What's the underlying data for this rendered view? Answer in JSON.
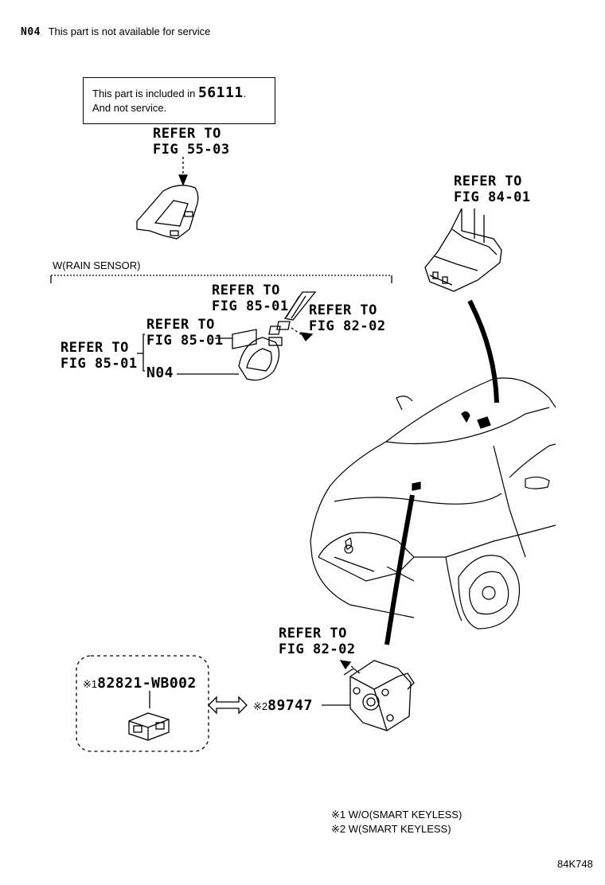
{
  "note": {
    "code": "N04",
    "text": "This part is not available for service"
  },
  "infobox": {
    "line1": "This part is included in",
    "partno": "56111",
    "line1_end": ".",
    "line2": "And not service."
  },
  "refs": {
    "fig55_03": {
      "l1": "REFER TO",
      "l2": "FIG 55-03"
    },
    "fig84_01": {
      "l1": "REFER TO",
      "l2": "FIG 84-01"
    },
    "fig85_01_a": {
      "l1": "REFER TO",
      "l2": "FIG 85-01"
    },
    "fig82_02_a": {
      "l1": "REFER TO",
      "l2": "FIG 82-02"
    },
    "fig85_01_b": {
      "l1": "REFER TO",
      "l2": "FIG 85-01"
    },
    "fig85_01_c": {
      "l1": "REFER TO",
      "l2": "FIG 85-01"
    },
    "fig82_02_b": {
      "l1": "REFER TO",
      "l2": "FIG 82-02"
    }
  },
  "rain_sensor_label": "W(RAIN SENSOR)",
  "n04_label": "N04",
  "parts": {
    "p1": {
      "mark": "※1",
      "number": "82821-WB002"
    },
    "p2": {
      "mark": "※2",
      "number": "89747"
    }
  },
  "legend": {
    "l1": "※1 W/O(SMART KEYLESS)",
    "l2": "※2 W(SMART KEYLESS)"
  },
  "figure_id": "84K748"
}
